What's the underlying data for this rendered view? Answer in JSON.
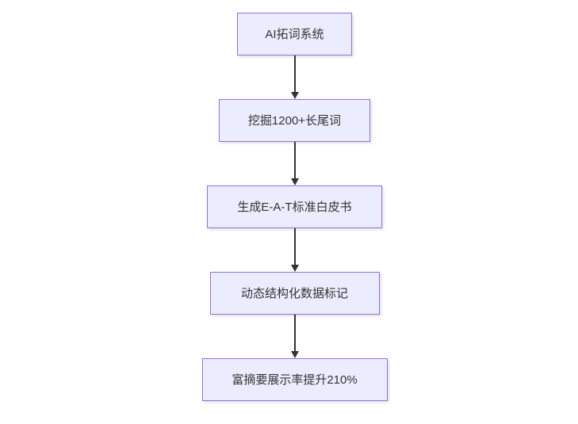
{
  "diagram": {
    "type": "flowchart",
    "direction": "top-down",
    "nodes": [
      {
        "id": "n1",
        "label": "AI拓词系统"
      },
      {
        "id": "n2",
        "label": "挖掘1200+长尾词"
      },
      {
        "id": "n3",
        "label": "生成E-A-T标准白皮书"
      },
      {
        "id": "n4",
        "label": "动态结构化数据标记"
      },
      {
        "id": "n5",
        "label": "富摘要展示率提升210%"
      }
    ],
    "edges": [
      {
        "from": "n1",
        "to": "n2"
      },
      {
        "from": "n2",
        "to": "n3"
      },
      {
        "from": "n3",
        "to": "n4"
      },
      {
        "from": "n4",
        "to": "n5"
      }
    ],
    "colors": {
      "node_fill": "#ECECFF",
      "node_border": "#9370DB",
      "node_text": "#333333",
      "arrow": "#333333",
      "background": "#FFFFFF"
    }
  }
}
